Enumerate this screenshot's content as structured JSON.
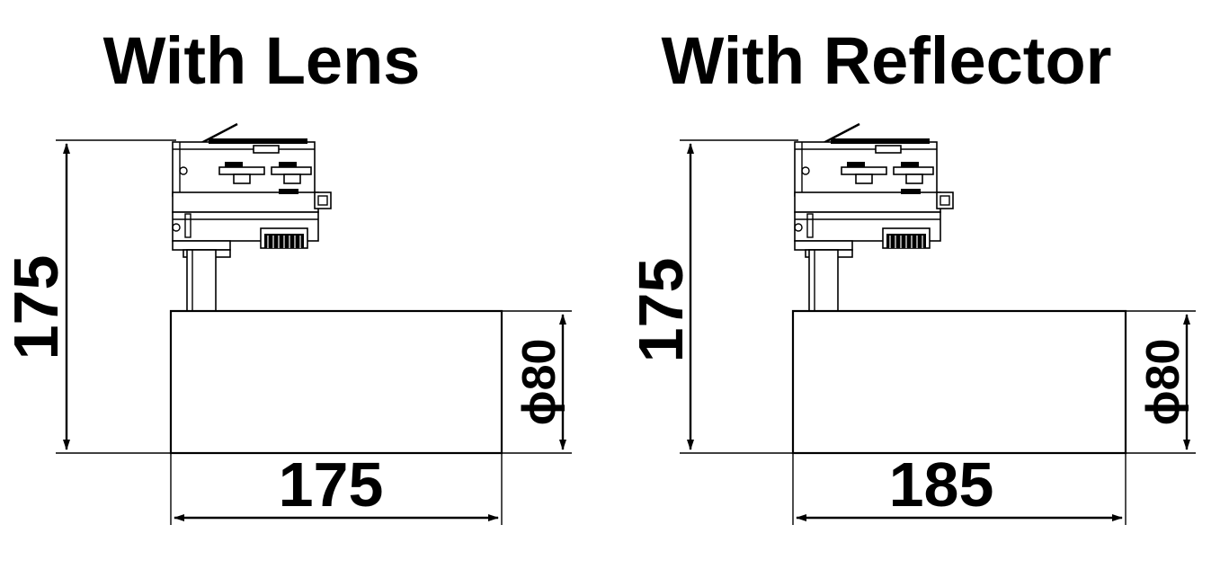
{
  "drawings": [
    {
      "title": "With Lens",
      "height_dim": "175",
      "width_dim": "175",
      "diameter_dim": "ϕ80"
    },
    {
      "title": "With Reflector",
      "height_dim": "175",
      "width_dim": "185",
      "diameter_dim": "ϕ80"
    }
  ]
}
